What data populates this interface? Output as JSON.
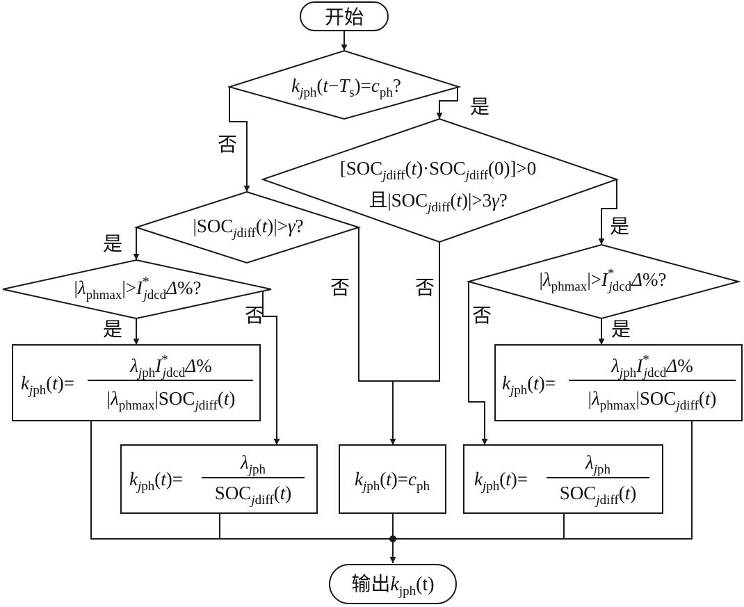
{
  "terminals": {
    "start": "开始",
    "end": "输出",
    "end_var": "k",
    "end_sub": "jph",
    "end_arg": "(t)"
  },
  "labels": {
    "yes": "是",
    "no": "否"
  },
  "decisions": {
    "d1": "kjph(t−Ts)=cph?",
    "d2": "[SOCjdiff(t)·SOCjdiff(0)]>0 且|SOCjdiff(t)|>3γ?",
    "d3": "|SOCjdiff(t)|>γ?",
    "d4": "|λphmax|>I*jdcdΔ%?",
    "d5": "|λphmax|>I*jdcdΔ%?"
  },
  "processes": {
    "p1": "kjph(t)=λjph I*jdcd Δ% / (|λphmax| SOCjdiff(t))",
    "p2": "kjph(t)=λjph / SOCjdiff(t)",
    "p3": "kjph(t)=cph",
    "p4": "kjph(t)=λjph / SOCjdiff(t)",
    "p5": "kjph(t)=λjph I*jdcd Δ% / (|λphmax| SOCjdiff(t))"
  }
}
